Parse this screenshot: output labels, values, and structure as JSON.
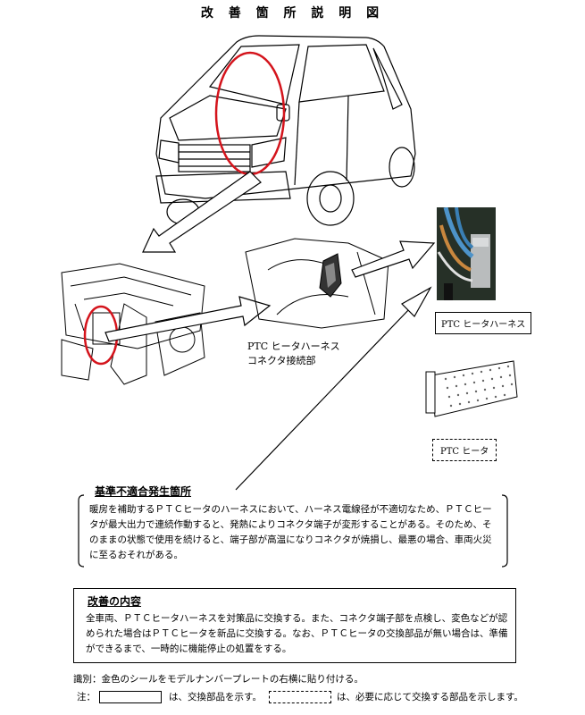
{
  "document": {
    "title": "改 善 箇 所 説 明 図"
  },
  "figure": {
    "connector_caption_line1": "PTC ヒータハーネス",
    "connector_caption_line2": "コネクタ接続部",
    "harness_label": "PTC ヒータハーネス",
    "heater_label": "PTC ヒータ"
  },
  "cause": {
    "heading": "基準不適合発生箇所",
    "text": "暖房を補助するＰＴＣヒータのハーネスにおいて、ハーネス電線径が不適切なため、ＰＴＣヒータが最大出力で連続作動すると、発熱によりコネクタ端子が変形することがある。そのため、そのままの状態で使用を続けると、端子部が高温になりコネクタが焼損し、最悪の場合、車両火災に至るおそれがある。"
  },
  "fix": {
    "heading": "改善の内容",
    "text": "全車両、ＰＴＣヒータハーネスを対策品に交換する。また、コネクタ端子部を点検し、変色などが認められた場合はＰＴＣヒータを新品に交換する。なお、ＰＴＣヒータの交換部品が無い場合は、準備ができるまで、一時的に機能停止の処置をする。"
  },
  "notes": {
    "identification": "識別：金色のシールをモデルナンバープレートの右横に貼り付ける。",
    "legend_prefix": "注：",
    "legend_solid_text": "は、交換部品を示す。",
    "legend_dashed_text": "は、必要に応じて交換する部品を示します。"
  },
  "colors": {
    "highlight": "#d4141c",
    "line": "#000000"
  }
}
